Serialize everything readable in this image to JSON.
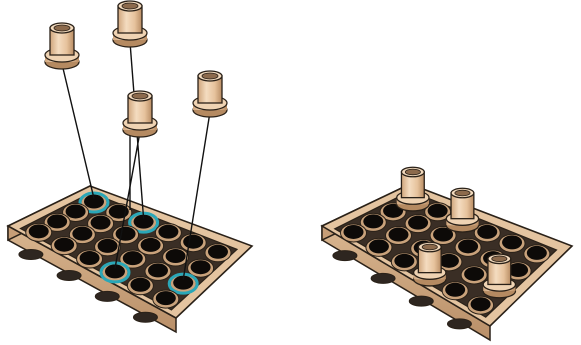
{
  "figure": {
    "kind": "assembly-instruction",
    "steps": [
      {
        "id": "before",
        "plate": {
          "color": "#e4c4a0",
          "rows": 4,
          "cols": 6
        },
        "parts": [
          {
            "name": "bushing",
            "color": "#e8c8a4",
            "count": 4,
            "state": "above-plate"
          }
        ],
        "target_ring_color": "#2aa7b8"
      },
      {
        "id": "after",
        "plate": {
          "color": "#e4c4a0",
          "rows": 4,
          "cols": 6
        },
        "parts": [
          {
            "name": "bushing",
            "color": "#e8c8a4",
            "count": 4,
            "state": "inserted"
          }
        ]
      }
    ],
    "guide_line_color": "#111111",
    "outline_color": "#2a2118"
  }
}
